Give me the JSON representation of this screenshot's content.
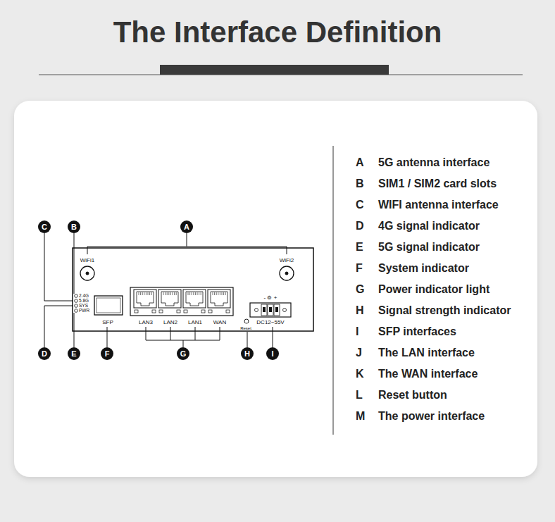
{
  "diagram": {
    "title": "The Interface Definition",
    "labels": [
      "C",
      "B",
      "A",
      "D",
      "E",
      "F",
      "G",
      "H",
      "I",
      "WiFi1",
      "WiFi2",
      "2.4G",
      "5.8G",
      "SYS",
      "PWR",
      "SFP",
      "LAN3",
      "LAN2",
      "LAN1",
      "WAN",
      "Reset",
      "- ⊚ +",
      "DC12~55V",
      "A",
      "5G antenna interface",
      "B",
      "SIM1 / SIM2 card slots",
      "C",
      "WIFI antenna interface",
      "D",
      "4G signal indicator",
      "E",
      "5G signal indicator",
      "F",
      "System indicator",
      "G",
      "Power indicator light",
      "H",
      "Signal strength indicator",
      "I",
      "SFP interfaces",
      "J",
      "The LAN interface",
      "K",
      "The WAN interface",
      "L",
      "Reset button",
      "M",
      "The power interface"
    ]
  }
}
